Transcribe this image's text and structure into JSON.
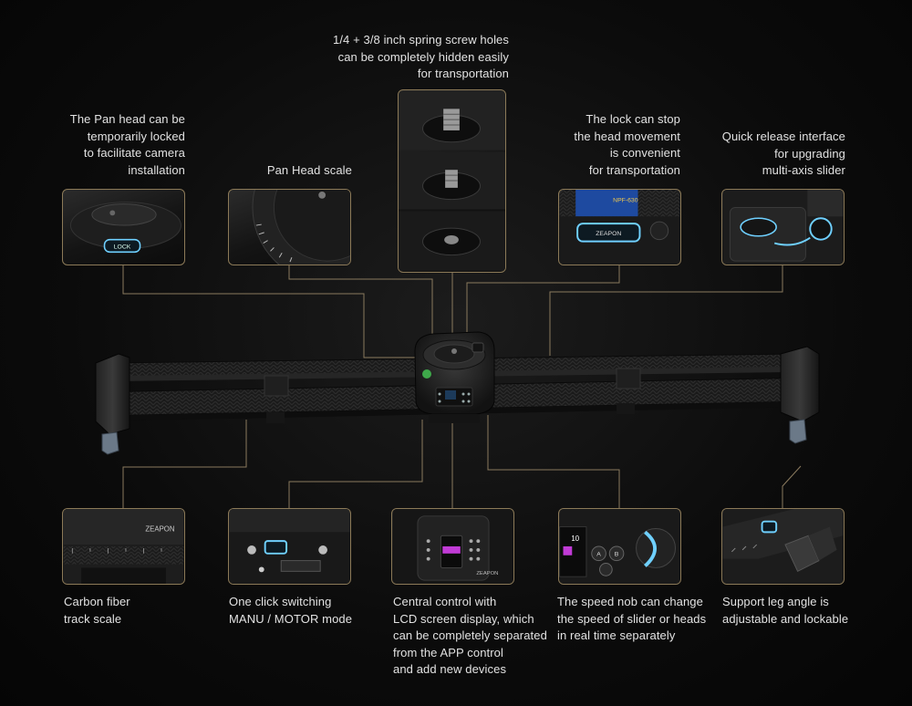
{
  "captions": {
    "screw_holes": "1/4 + 3/8 inch spring screw holes\ncan be completely hidden easily\nfor transportation",
    "pan_lock": "The Pan head can be\ntemporarily locked\nto facilitate camera\ninstallation",
    "pan_scale": "Pan Head scale",
    "lock_stop": "The lock can stop\nthe head movement\nis convenient\nfor transportation",
    "quick_release": "Quick release interface\nfor upgrading\nmulti-axis slider",
    "carbon_scale": "Carbon fiber\ntrack scale",
    "one_click": "One click switching\nMANU / MOTOR mode",
    "central_control": "Central control with\nLCD screen display, which\ncan be completely separated\nfrom the APP control\nand add new devices",
    "speed_nob": "The speed nob can change\nthe speed of slider or heads\nin real time separately",
    "support_leg": "Support leg angle is\nadjustable and lockable"
  },
  "labels": {
    "lock_button": "LOCK",
    "brand": "ZEAPON",
    "speed_value": "10",
    "btn_a": "A",
    "btn_b": "B",
    "nose_text": "NPF-630"
  },
  "colors": {
    "accent_glow": "#6fd0ff",
    "panel_border": "#8c7a58",
    "leader_line": "#8a7a5e",
    "lcd_highlight": "#c13bd6"
  }
}
